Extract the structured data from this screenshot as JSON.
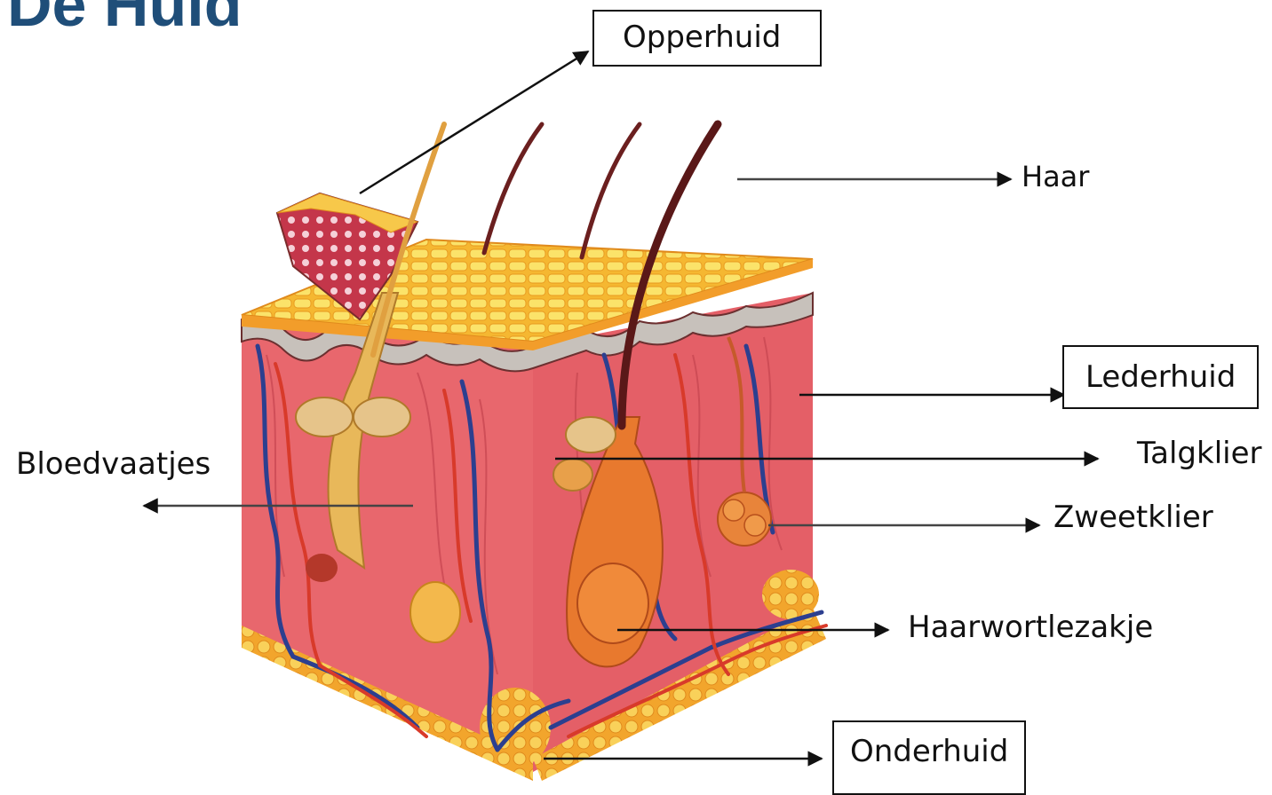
{
  "title": "De Huid",
  "labels": {
    "opperhuid": "Opperhuid",
    "haar": "Haar",
    "lederhuid": "Lederhuid",
    "talgklier": "Talgklier",
    "zweetklier": "Zweetklier",
    "bloedvaatjes": "Bloedvaatjes",
    "haarwortlezakje": "Haarwortlezakje",
    "onderhuid": "Onderhuid"
  },
  "colors": {
    "epidermis": "#f5b731",
    "dermis": "#e8676d",
    "fat": "#f7c84a",
    "vein": "#2c3f8f",
    "artery": "#d83a2a",
    "hair": "#6b1f1f",
    "title": "#1f4e79"
  }
}
